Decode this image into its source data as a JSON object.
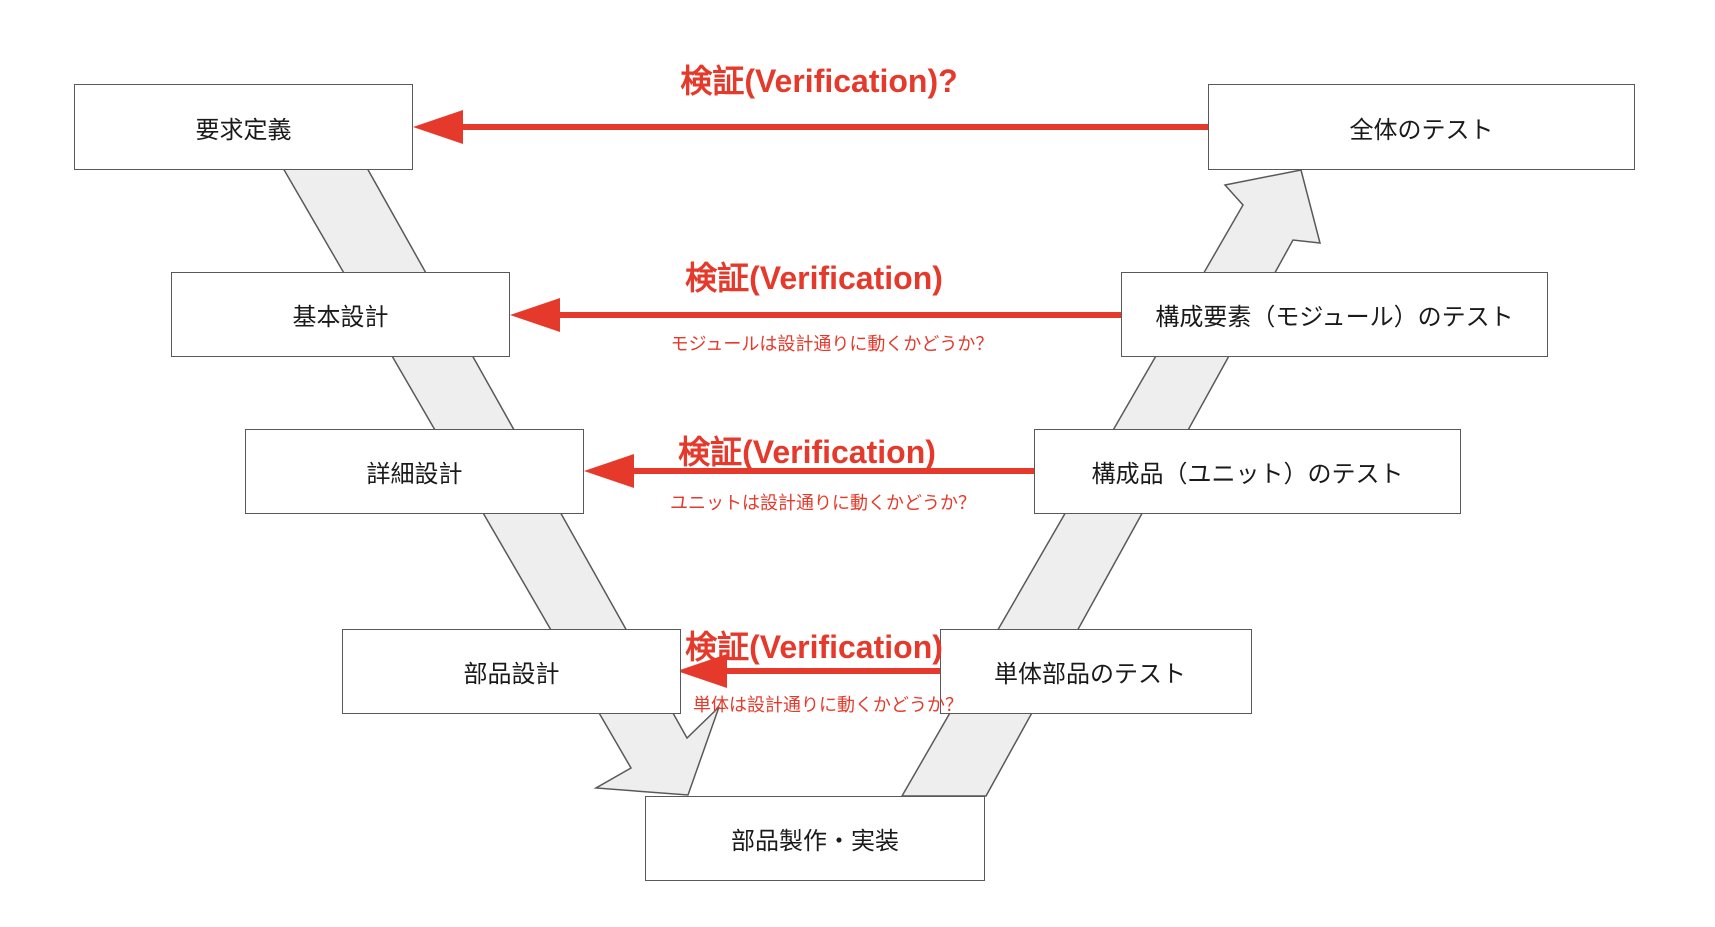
{
  "colors": {
    "verification_red": "#e53a2b",
    "flow_arrow_fill": "#eeeeee",
    "flow_arrow_stroke": "#595959",
    "box_border": "#595959"
  },
  "boxes": {
    "requirements": "要求定義",
    "basic_design": "基本設計",
    "detailed_design": "詳細設計",
    "component_design": "部品設計",
    "implementation": "部品製作・実装",
    "component_test": "単体部品のテスト",
    "unit_test": "構成品（ユニット）のテスト",
    "module_test": "構成要素（モジュール）のテスト",
    "system_test": "全体のテスト"
  },
  "verifications": [
    {
      "label": "検証(Verification)?",
      "note": ""
    },
    {
      "label": "検証(Verification)",
      "note": "モジュールは設計通りに動くかどうか？"
    },
    {
      "label": "検証(Verification)",
      "note": "ユニットは設計通りに動くかどうか？"
    },
    {
      "label": "検証(Verification)",
      "note": "単体は設計通りに動くかどうか？"
    }
  ]
}
